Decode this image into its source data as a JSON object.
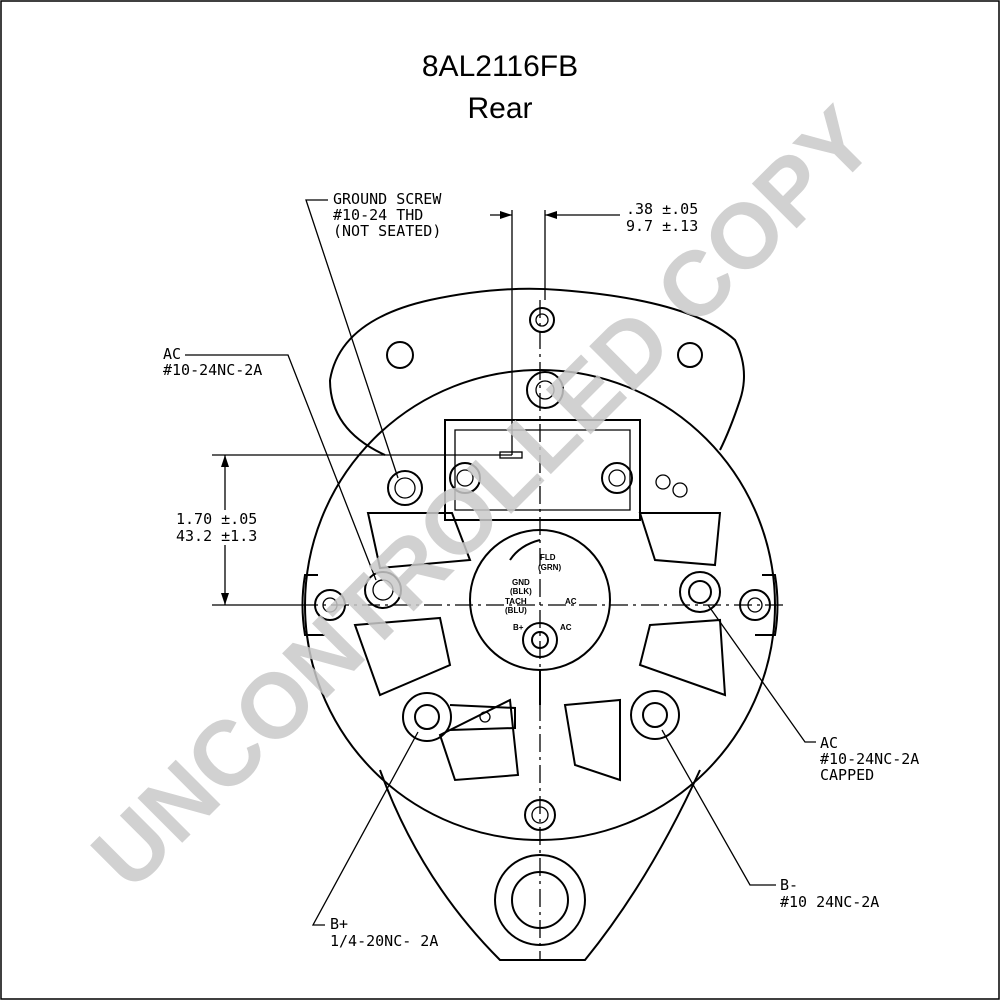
{
  "header": {
    "part_number": "8AL2116FB",
    "view": "Rear"
  },
  "callouts": {
    "ground_screw": [
      "GROUND SCREW",
      "#10-24 THD",
      "(NOT SEATED)"
    ],
    "dim_top": [
      ".38 ±.05",
      "9.7 ±.13"
    ],
    "ac_left": [
      "AC",
      "#10-24NC-2A"
    ],
    "dim_left": [
      "1.70 ±.05",
      "43.2 ±1.3"
    ],
    "ac_right": [
      "AC",
      "#10-24NC-2A",
      "CAPPED"
    ],
    "b_minus": [
      "B-",
      "#10 24NC-2A"
    ],
    "b_plus": [
      "B+",
      "1/4-20NC- 2A"
    ]
  },
  "connector_labels": {
    "fld": "FLD",
    "fld_color": "(GRN)",
    "gnd": "GND",
    "gnd_color": "(BLK)",
    "tach": "TACH",
    "tach_color": "(BLU)",
    "ac": "AC",
    "b_plus": "B+",
    "ac2": "AC"
  },
  "watermark": "UNCONTROLLED COPY"
}
